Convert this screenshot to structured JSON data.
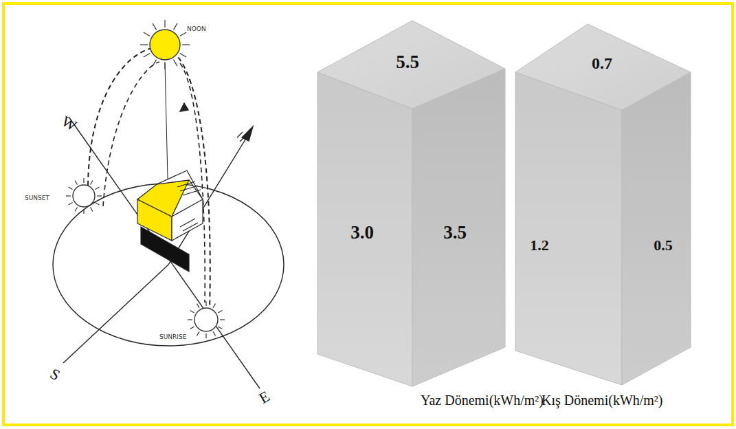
{
  "diagram": {
    "labels": [
      "NOON",
      "SUNSET",
      "SUNRISE",
      "W",
      "E",
      "S",
      "5.5",
      "3.0",
      "3.5",
      "0.7",
      "1.2",
      "0.5",
      "Yaz Dönemi(kWh/m²)",
      "Kış Dönemi(kWh/m²)"
    ]
  }
}
